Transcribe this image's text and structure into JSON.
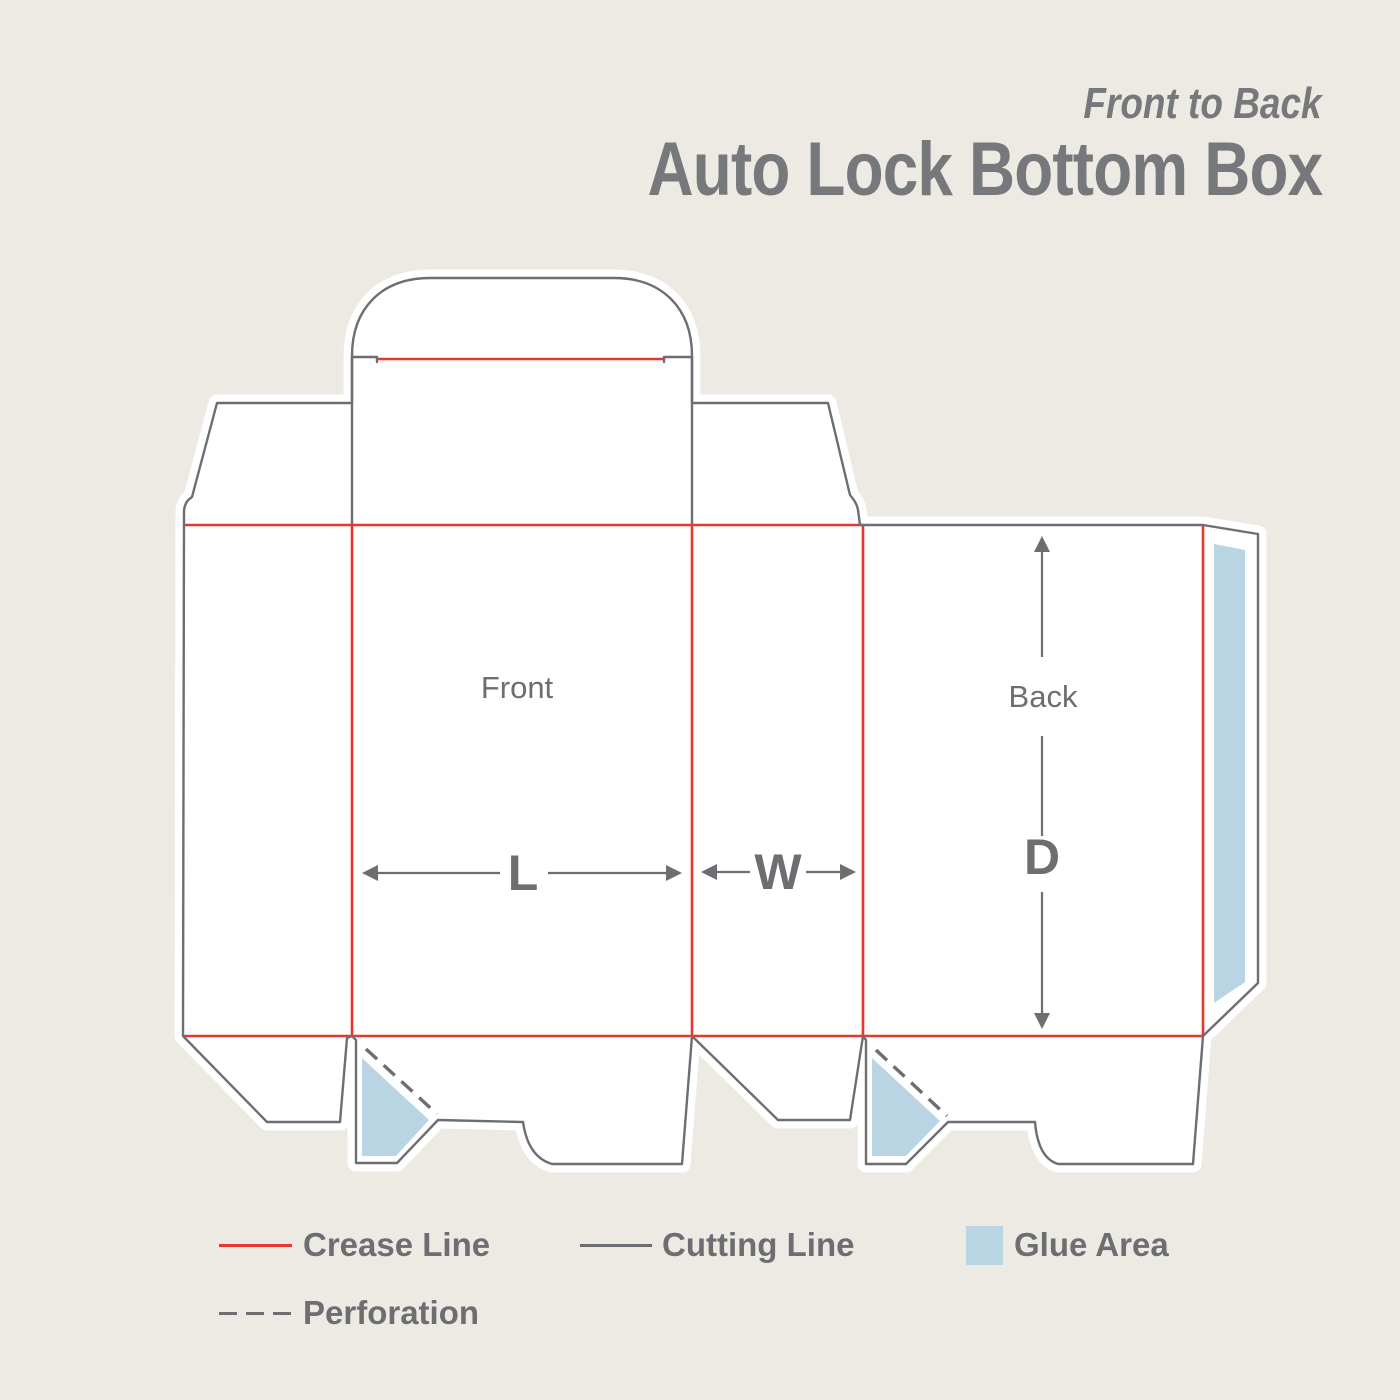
{
  "header": {
    "subtitle": "Front to Back",
    "title": "Auto Lock Bottom Box"
  },
  "diagram": {
    "panel_labels": {
      "front": "Front",
      "back": "Back"
    },
    "dimension_labels": {
      "length": "L",
      "width": "W",
      "depth": "D"
    }
  },
  "legend": {
    "crease": {
      "label": "Crease Line",
      "color": "#e8382e",
      "style": "solid"
    },
    "cutting": {
      "label": "Cutting Line",
      "color": "#6d6e71",
      "style": "solid"
    },
    "glue": {
      "label": "Glue Area",
      "color": "#b9d5e3",
      "style": "fill"
    },
    "perforation": {
      "label": "Perforation",
      "color": "#6d6e71",
      "style": "dashed"
    }
  },
  "colors": {
    "background": "#edeae4",
    "die_fill": "#ffffff",
    "crease": "#e8382e",
    "cut": "#6d6e71",
    "glue": "#b9d5e3",
    "text": "#6d6e71",
    "title": "#77787b"
  }
}
